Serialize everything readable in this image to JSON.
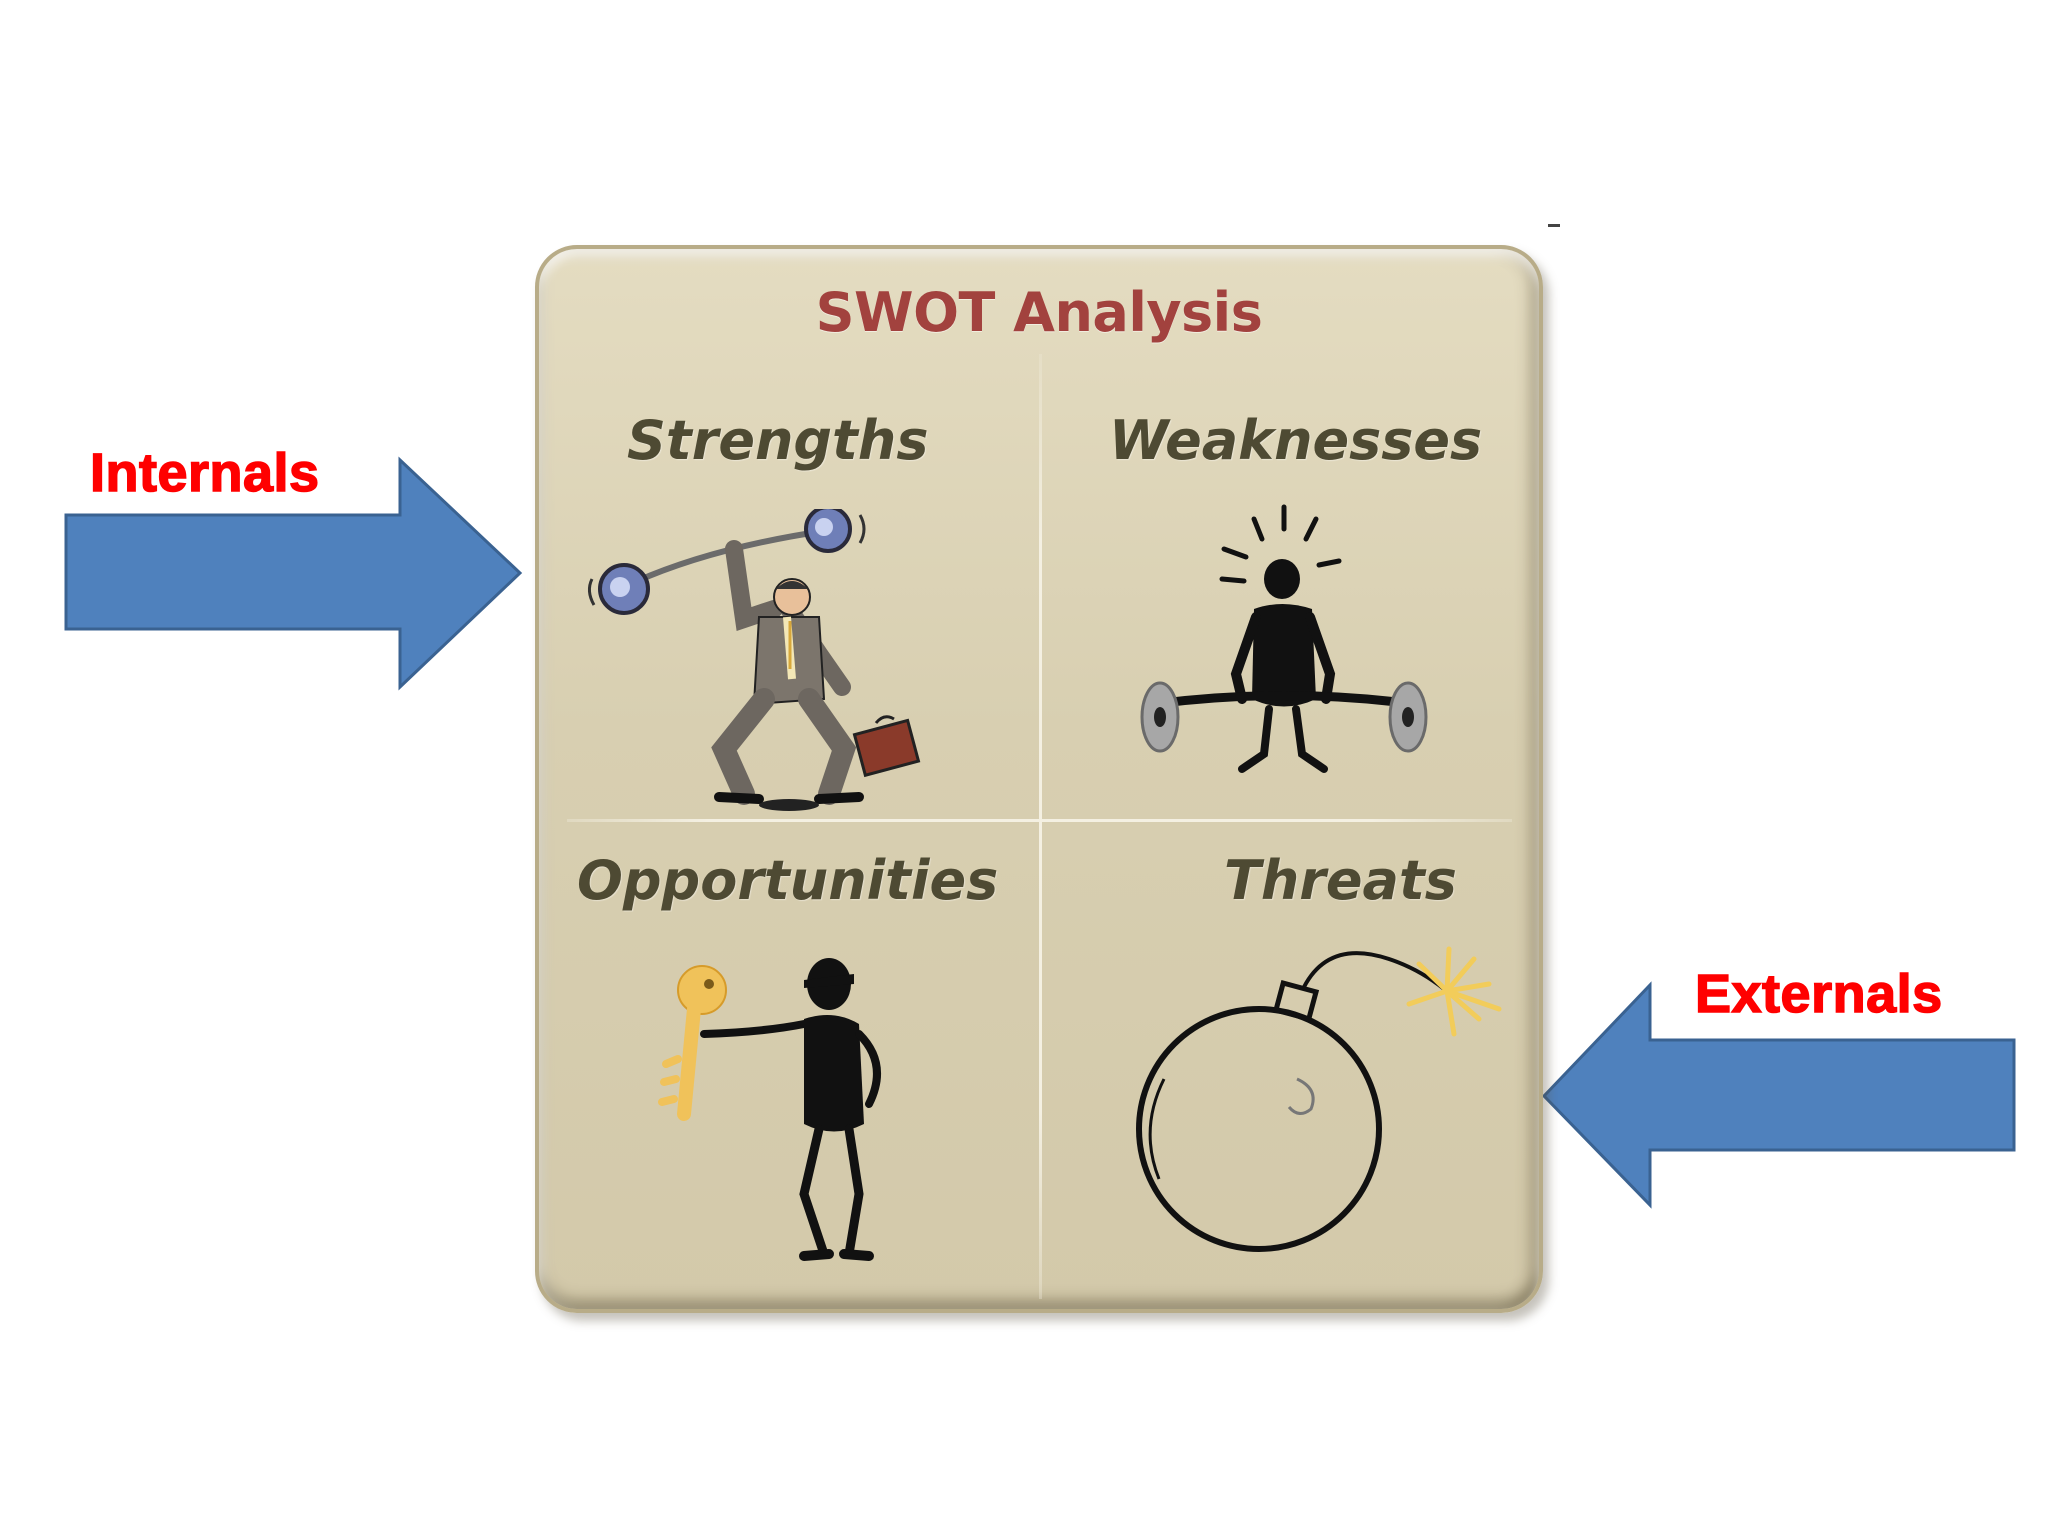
{
  "title": "SWOT Analysis",
  "quadrants": {
    "strengths": {
      "label": "Strengths",
      "icon": "weightlifting-businessman-icon"
    },
    "weaknesses": {
      "label": "Weaknesses",
      "icon": "struggling-weightlifter-icon"
    },
    "opportunities": {
      "label": "Opportunities",
      "icon": "figure-holding-key-icon"
    },
    "threats": {
      "label": "Threats",
      "icon": "bomb-icon"
    }
  },
  "side_labels": {
    "internals": "Internals",
    "externals": "Externals"
  },
  "colors": {
    "panel": "#d8cfb1",
    "title": "#a2423e",
    "quadrant_label": "#4e4a33",
    "side_label": "#ff0000",
    "arrow_fill": "#4f81bd",
    "arrow_stroke": "#3a6291"
  }
}
